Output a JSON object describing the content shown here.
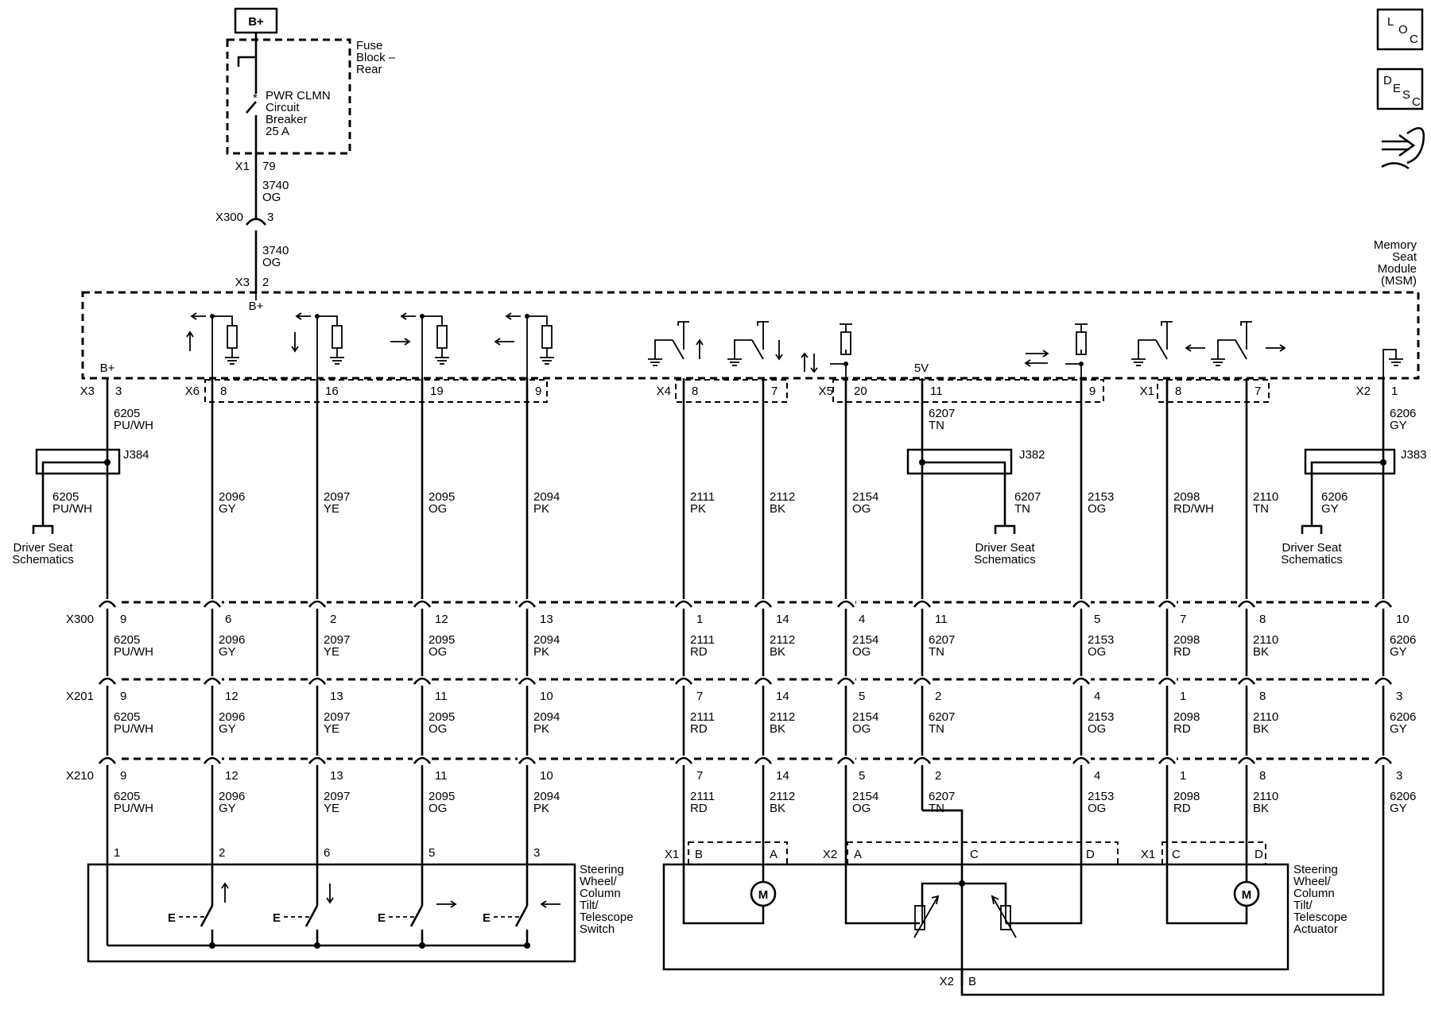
{
  "power": {
    "supply": "B+",
    "fuse_block": [
      "Fuse",
      "Block –",
      "Rear"
    ],
    "breaker": [
      "PWR CLMN",
      "Circuit",
      "Breaker",
      "25 A"
    ],
    "x1": "X1",
    "x1_pin": "79",
    "wire1_num": "3740",
    "wire1_color": "OG",
    "x300": "X300",
    "x300_pin": "3",
    "wire2_num": "3740",
    "wire2_color": "OG",
    "x3": "X3",
    "x3_pin": "2",
    "msm_bplus": "B+"
  },
  "msm": {
    "title": [
      "Memory",
      "Seat",
      "Module",
      "(MSM)"
    ],
    "bplus_label": "B+",
    "fivev_label": "5V"
  },
  "corner_icons": {
    "loc": [
      "L",
      "O",
      "C"
    ],
    "desc": [
      "D",
      "E",
      "S",
      "C"
    ],
    "nav_icon": "connector-hand-icon"
  },
  "module_connectors": [
    {
      "name": "X3",
      "pin": "3"
    },
    {
      "name": "X6",
      "pin": "8"
    },
    {
      "name": "",
      "pin": "16"
    },
    {
      "name": "",
      "pin": "19"
    },
    {
      "name": "",
      "pin": "9"
    },
    {
      "name": "X4",
      "pin": "8"
    },
    {
      "name": "",
      "pin": "7"
    },
    {
      "name": "X5",
      "pin": "20"
    },
    {
      "name": "",
      "pin": "11"
    },
    {
      "name": "",
      "pin": "9"
    },
    {
      "name": "X1",
      "pin": "8"
    },
    {
      "name": "",
      "pin": "7"
    },
    {
      "name": "X2",
      "pin": "1"
    }
  ],
  "upper_wires": [
    {
      "num": "6205",
      "color": "PU/WH"
    },
    {
      "num": "2096",
      "color": "GY"
    },
    {
      "num": "2097",
      "color": "YE"
    },
    {
      "num": "2095",
      "color": "OG"
    },
    {
      "num": "2094",
      "color": "PK"
    },
    {
      "num": "2111",
      "color": "PK"
    },
    {
      "num": "2112",
      "color": "BK"
    },
    {
      "num": "2154",
      "color": "OG"
    },
    {
      "num": "6207",
      "color": "TN"
    },
    {
      "num": "2153",
      "color": "OG"
    },
    {
      "num": "2098",
      "color": "RD/WH"
    },
    {
      "num": "2110",
      "color": "TN"
    },
    {
      "num": "6206",
      "color": "GY"
    }
  ],
  "splices": [
    {
      "name": "J384",
      "top_num": "6205",
      "top_color": "PU/WH",
      "branch_num": "6205",
      "branch_color": "PU/WH",
      "schematic": [
        "Driver Seat",
        "Schematics"
      ]
    },
    {
      "name": "J382",
      "top_num": "6207",
      "top_color": "TN",
      "branch_num": "6207",
      "branch_color": "TN",
      "schematic": [
        "Driver Seat",
        "Schematics"
      ]
    },
    {
      "name": "J383",
      "top_num": "6206",
      "top_color": "GY",
      "branch_num": "6206",
      "branch_color": "GY",
      "schematic": [
        "Driver Seat",
        "Schematics"
      ]
    }
  ],
  "inline_connectors": [
    {
      "name": "X300",
      "pins": [
        "9",
        "6",
        "2",
        "12",
        "13",
        "1",
        "14",
        "4",
        "11",
        "5",
        "7",
        "8",
        "10"
      ]
    },
    {
      "name": "X201",
      "pins": [
        "9",
        "12",
        "13",
        "11",
        "10",
        "7",
        "14",
        "5",
        "2",
        "4",
        "1",
        "8",
        "3"
      ]
    },
    {
      "name": "X210",
      "pins": [
        "9",
        "12",
        "13",
        "11",
        "10",
        "7",
        "14",
        "5",
        "2",
        "4",
        "1",
        "8",
        "3"
      ]
    }
  ],
  "wire_segments": [
    [
      {
        "num": "6205",
        "color": "PU/WH"
      },
      {
        "num": "2096",
        "color": "GY"
      },
      {
        "num": "2097",
        "color": "YE"
      },
      {
        "num": "2095",
        "color": "OG"
      },
      {
        "num": "2094",
        "color": "PK"
      },
      {
        "num": "2111",
        "color": "RD"
      },
      {
        "num": "2112",
        "color": "BK"
      },
      {
        "num": "2154",
        "color": "OG"
      },
      {
        "num": "6207",
        "color": "TN"
      },
      {
        "num": "2153",
        "color": "OG"
      },
      {
        "num": "2098",
        "color": "RD"
      },
      {
        "num": "2110",
        "color": "BK"
      },
      {
        "num": "6206",
        "color": "GY"
      }
    ],
    [
      {
        "num": "6205",
        "color": "PU/WH"
      },
      {
        "num": "2096",
        "color": "GY"
      },
      {
        "num": "2097",
        "color": "YE"
      },
      {
        "num": "2095",
        "color": "OG"
      },
      {
        "num": "2094",
        "color": "PK"
      },
      {
        "num": "2111",
        "color": "RD"
      },
      {
        "num": "2112",
        "color": "BK"
      },
      {
        "num": "2154",
        "color": "OG"
      },
      {
        "num": "6207",
        "color": "TN"
      },
      {
        "num": "2153",
        "color": "OG"
      },
      {
        "num": "2098",
        "color": "RD"
      },
      {
        "num": "2110",
        "color": "BK"
      },
      {
        "num": "6206",
        "color": "GY"
      }
    ],
    [
      {
        "num": "6205",
        "color": "PU/WH"
      },
      {
        "num": "2096",
        "color": "GY"
      },
      {
        "num": "2097",
        "color": "YE"
      },
      {
        "num": "2095",
        "color": "OG"
      },
      {
        "num": "2094",
        "color": "PK"
      },
      {
        "num": "2111",
        "color": "RD"
      },
      {
        "num": "2112",
        "color": "BK"
      },
      {
        "num": "2154",
        "color": "OG"
      },
      {
        "num": "6207",
        "color": "TN"
      },
      {
        "num": "2153",
        "color": "OG"
      },
      {
        "num": "2098",
        "color": "RD"
      },
      {
        "num": "2110",
        "color": "BK"
      },
      {
        "num": "6206",
        "color": "GY"
      }
    ]
  ],
  "switch": {
    "title": [
      "Steering",
      "Wheel/",
      "Column",
      "Tilt/",
      "Telescope",
      "Switch"
    ],
    "pins": [
      "1",
      "2",
      "6",
      "5",
      "3"
    ],
    "contact_label": "E"
  },
  "actuator": {
    "title": [
      "Steering",
      "Wheel/",
      "Column",
      "Tilt/",
      "Telescope",
      "Actuator"
    ],
    "x1_left": "X1",
    "pin_b": "B",
    "pin_a": "A",
    "x2": "X2",
    "x2_a": "A",
    "x2_c": "C",
    "x2_d": "D",
    "x1_right": "X1",
    "x1_c": "C",
    "x1_d": "D",
    "motor_label": "M",
    "x2_bottom": "X2",
    "x2_bottom_pin": "B"
  }
}
